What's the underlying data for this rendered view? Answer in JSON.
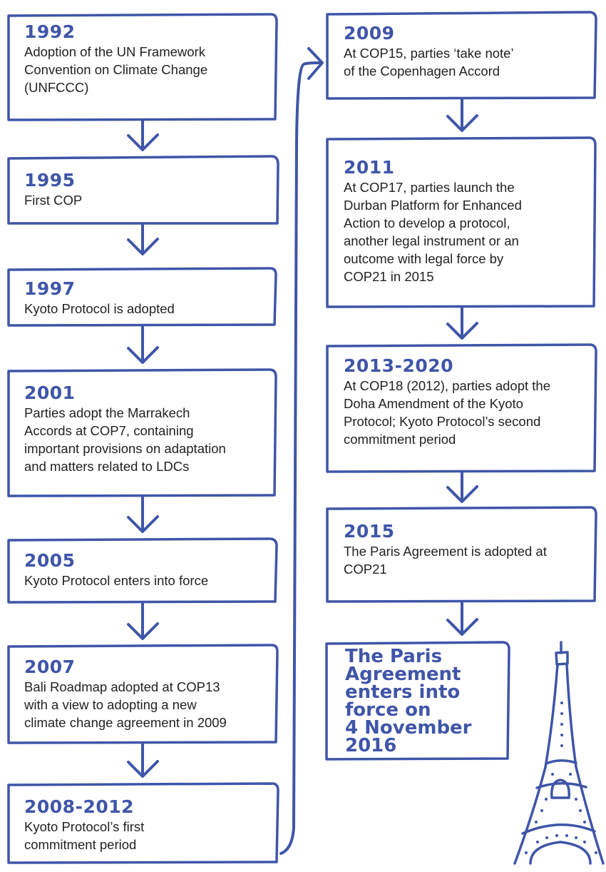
{
  "events": [
    {
      "year": "1992",
      "text": "Adoption of the UN Framework\nConvention on Climate Change\n(UNFCCC)"
    },
    {
      "year": "1995",
      "text": "First COP"
    },
    {
      "year": "1997",
      "text": "Kyoto Protocol is adopted"
    },
    {
      "year": "2001",
      "text": "Parties adopt the Marrakech\nAccords at COP7, containing\nimportant provisions on adaptation\nand matters related to LDCs"
    },
    {
      "year": "2005",
      "text": "Kyoto Protocol enters into force"
    },
    {
      "year": "2007",
      "text": "Bali Roadmap adopted at COP13\nwith a view to adopting  a new\nclimate change agreement in 2009"
    },
    {
      "year": "2008-2012",
      "text": "Kyoto Protocol’s first\ncommitment period"
    },
    {
      "year": "2009",
      "text": "At COP15, parties ‘take note’\nof the Copenhagen Accord"
    },
    {
      "year": "2011",
      "text": "At COP17, parties launch the\nDurban Platform for Enhanced\nAction to develop a protocol,\nanother legal instrument or an\noutcome with legal force by\nCOP21 in 2015"
    },
    {
      "year": "2013-2020",
      "text": "At COP18 (2012), parties adopt the\nDoha Amendment of the Kyoto\nProtocol; Kyoto Protocol’s second\ncommitment period"
    },
    {
      "year": "2015",
      "text": "The Paris Agreement is adopted at\nCOP21"
    }
  ],
  "final_event": {
    "text": "The Paris\nAgreement\nenters into\nforce on\n4 November\n2016"
  },
  "colors": {
    "accent": "#3F55A8",
    "text": "#222222",
    "background": "#FFFFFF"
  },
  "icons": [
    "down-arrow-icon",
    "eiffel-tower-icon"
  ]
}
